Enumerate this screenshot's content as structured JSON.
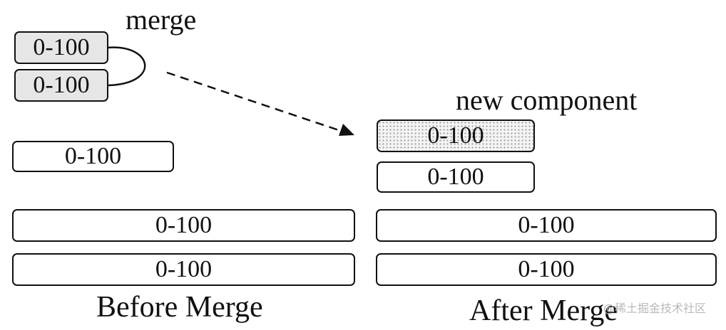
{
  "labels": {
    "merge": "merge",
    "new_component": "new component",
    "before": "Before Merge",
    "after": "After Merge"
  },
  "before": {
    "merged_pair": [
      "0-100",
      "0-100"
    ],
    "component": "0-100",
    "row1": "0-100",
    "row2": "0-100"
  },
  "after": {
    "new_component": "0-100",
    "component": "0-100",
    "row1": "0-100",
    "row2": "0-100"
  },
  "watermark": "@稀土掘金技术社区",
  "colors": {
    "stroke": "#111111",
    "merged_fill": "#e6e6e6",
    "new_fill_pattern": "dotted-gray"
  }
}
